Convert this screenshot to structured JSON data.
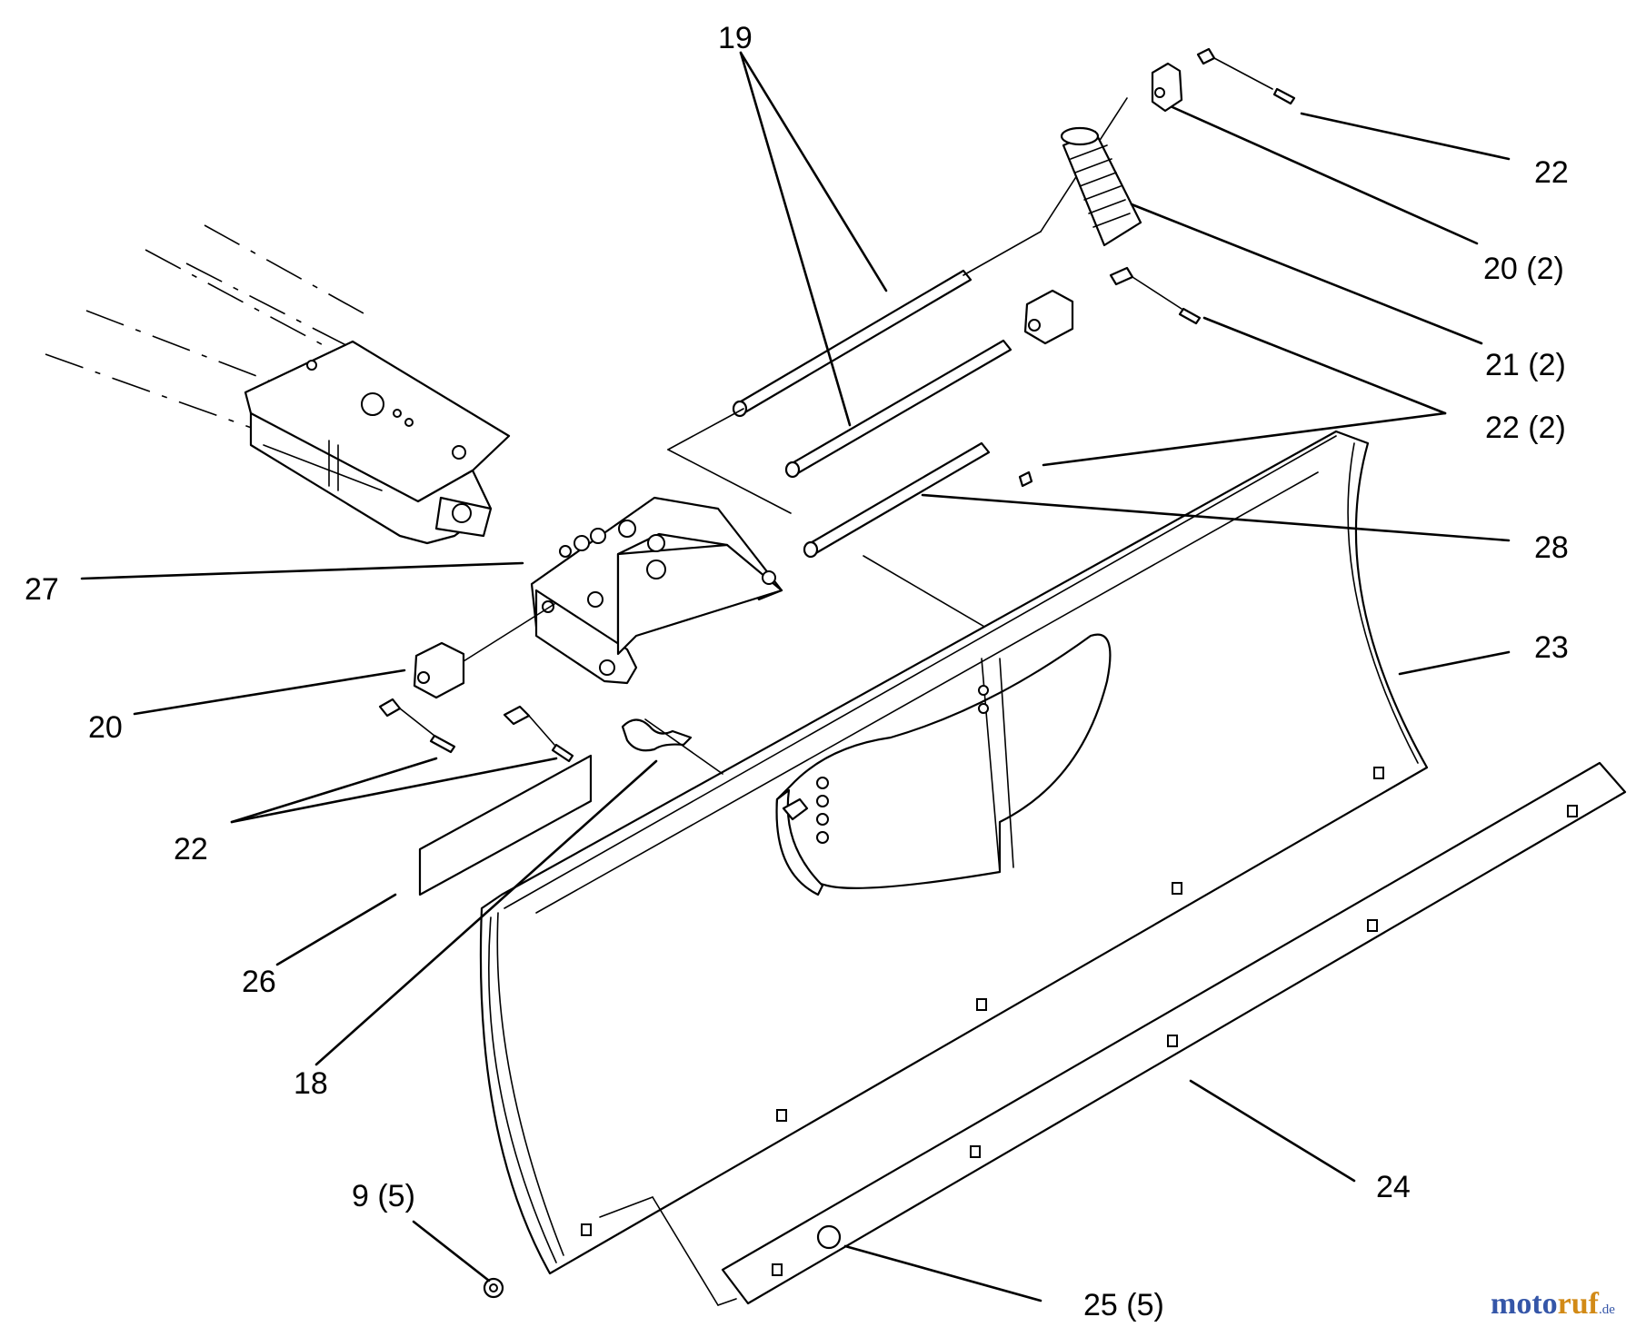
{
  "diagram": {
    "callouts": [
      {
        "id": "19",
        "text": "19"
      },
      {
        "id": "22_top",
        "text": "22"
      },
      {
        "id": "20_2",
        "text": "20 (2)"
      },
      {
        "id": "21_2",
        "text": "21 (2)"
      },
      {
        "id": "22_2",
        "text": "22 (2)"
      },
      {
        "id": "28",
        "text": "28"
      },
      {
        "id": "23",
        "text": "23"
      },
      {
        "id": "27",
        "text": "27"
      },
      {
        "id": "20",
        "text": "20"
      },
      {
        "id": "22_left",
        "text": "22"
      },
      {
        "id": "26",
        "text": "26"
      },
      {
        "id": "18",
        "text": "18"
      },
      {
        "id": "24",
        "text": "24"
      },
      {
        "id": "9_5",
        "text": "9 (5)"
      },
      {
        "id": "25_5",
        "text": "25 (5)"
      }
    ],
    "watermark": {
      "part1": "moto",
      "part2": "ruf",
      "suffix": ".de"
    }
  }
}
